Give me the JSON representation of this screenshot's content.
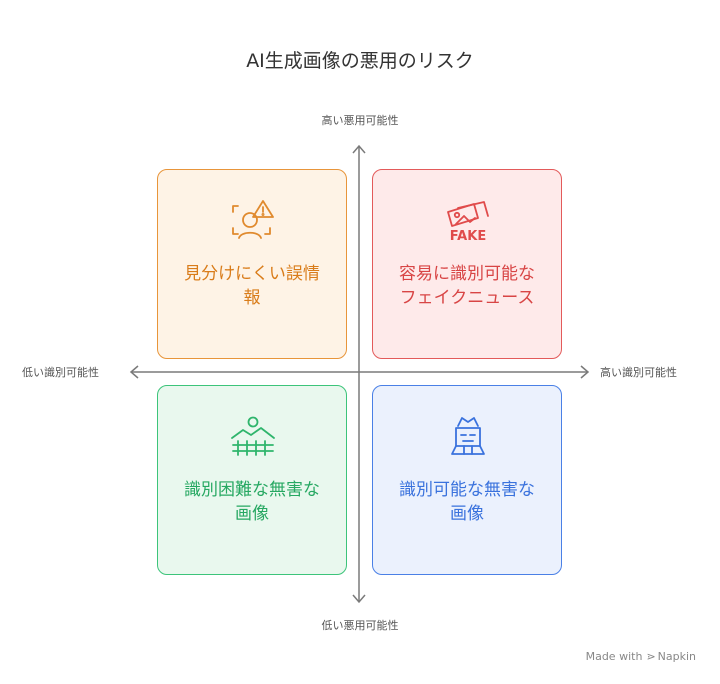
{
  "title": "AI生成画像の悪用のリスク",
  "axes": {
    "top": "高い悪用可能性",
    "bottom": "低い悪用可能性",
    "left": "低い識別可能性",
    "right": "高い識別可能性"
  },
  "quadrants": {
    "top_left": {
      "label_line1": "見分けにくい誤情",
      "label_line2": "報",
      "icon": "face-warning-icon",
      "color": "#e8953a"
    },
    "top_right": {
      "label_line1": "容易に識別可能な",
      "label_line2": "フェイクニュース",
      "icon": "fake-photo-icon",
      "icon_text": "FAKE",
      "color": "#e35a5a"
    },
    "bottom_left": {
      "label_line1": "識別困難な無害な",
      "label_line2": "画像",
      "icon": "landscape-fence-icon",
      "color": "#3cc47a"
    },
    "bottom_right": {
      "label_line1": "識別可能な無害な",
      "label_line2": "画像",
      "icon": "robot-icon",
      "color": "#4a80e6"
    }
  },
  "footer": {
    "made_with": "Made with",
    "brand": "Napkin"
  }
}
